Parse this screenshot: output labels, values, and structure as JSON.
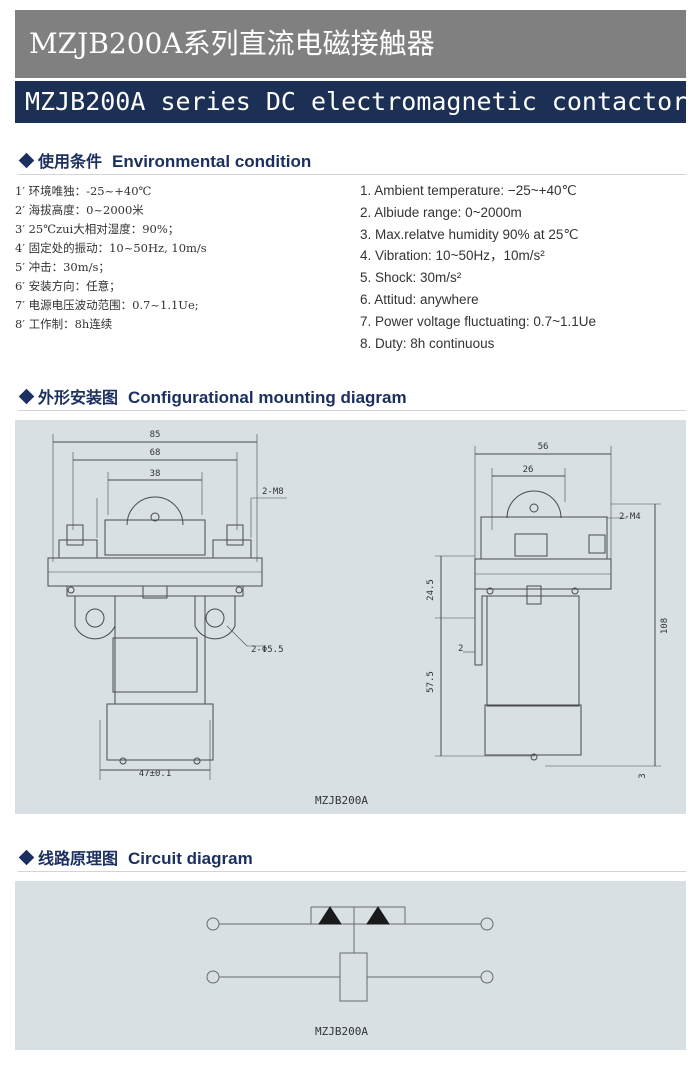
{
  "header": {
    "title_cn": "MZJB200A系列直流电磁接触器",
    "title_en": "MZJB200A series DC electromagnetic contactor"
  },
  "env": {
    "title_cn": "使用条件",
    "title_en": "Environmental condition",
    "cn_items": [
      "1′ 环境唯独：-25~+40℃",
      "2′ 海拔高度：0~2000米",
      "3′ 25℃zui大相对湿度：90%；",
      "4′ 固定处的振动：10~50Hz, 10m/s",
      "5′ 冲击：30m/s；",
      "6′ 安装方向：任意；",
      "7′ 电源电压波动范围：0.7~1.1Ue;",
      "8′ 工作制：8h连续"
    ],
    "en_items": [
      "1. Ambient temperature: −25~+40℃",
      "2. Albiude range: 0~2000m",
      "3. Max.relatve humidity 90% at 25℃",
      "4. Vibration: 10~50Hz，10m/s²",
      "5. Shock: 30m/s²",
      "6. Attitud: anywhere",
      "7. Power voltage fluctuating: 0.7~1.1Ue",
      "8. Duty: 8h continuous"
    ]
  },
  "mount": {
    "title_cn": "外形安装图",
    "title_en": "Configurational mounting diagram",
    "dims": {
      "d85": "85",
      "d68": "68",
      "d38": "38",
      "m8": "2-M8",
      "hole": "2-Φ5.5",
      "d47": "47±0.1",
      "d56": "56",
      "d26": "26",
      "m4": "2-M4",
      "d245": "24.5",
      "d2": "2",
      "d575": "57.5",
      "d108": "108",
      "d3": "3"
    },
    "caption": "MZJB200A"
  },
  "circuit": {
    "title_cn": "线路原理图",
    "title_en": "Circuit diagram",
    "caption": "MZJB200A"
  }
}
